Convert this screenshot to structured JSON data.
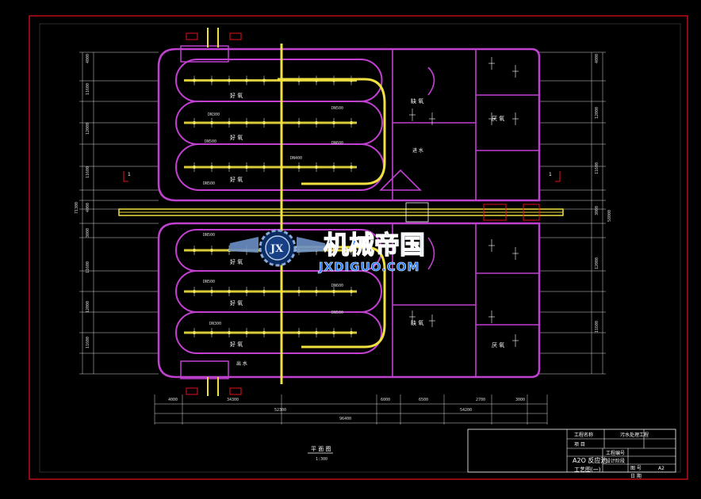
{
  "drawing": {
    "plan_title": "平 面 图",
    "plan_scale": "1:300",
    "section_marker": "1"
  },
  "title_block": {
    "project_label": "工程名称",
    "project_value": "污水处理工程",
    "item_label": "项 目",
    "drawing_name_line1": "A2O 反应池",
    "drawing_name_line2": "工艺图(一)",
    "row_design": "工程编号",
    "row_stage": "设计阶段",
    "row_number_label": "图 号",
    "row_number_value": "A2",
    "row_date_label": "日 期"
  },
  "zone_labels": {
    "anoxic": "缺 氧",
    "anaerobic": "厌 氧",
    "aerobic": "好 氧",
    "inlet": "进 水",
    "outlet": "出 水"
  },
  "pipe_labels": [
    "DN500",
    "DN300",
    "DN600",
    "DN400"
  ],
  "dimensions": {
    "bottom_total": "96400",
    "bottom_sub_a": "52300",
    "bottom_sub_b": "54200",
    "bottom_segments": [
      "4000",
      "34300",
      "6000",
      "6500",
      "2700",
      "3000"
    ],
    "left_total": "71300",
    "right_total": "58000",
    "vertical_segments": [
      "4000",
      "11600",
      "12000",
      "11600",
      "4000",
      "3000"
    ]
  },
  "watermark": {
    "cn": "机械帝国",
    "en": "JXDIGUO.COM",
    "logo_letters": "JX"
  },
  "colors": {
    "frame": "#e8101e",
    "tank_wall": "#c040d0",
    "aeration_pipe": "#f0e040",
    "dimension": "#d8d8d8",
    "watermark": "#1e78ff",
    "background": "#000000"
  }
}
